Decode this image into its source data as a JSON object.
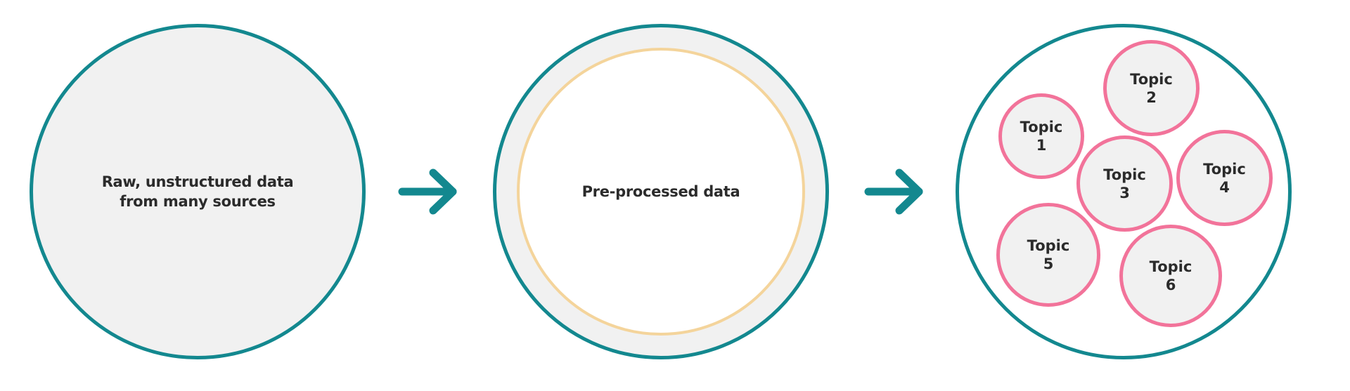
{
  "colors": {
    "teal": "#13888f",
    "pink": "#f2739a",
    "orange": "#f4d49b",
    "fill_gray": "#f1f1f1",
    "text": "#2b2b2b"
  },
  "stages": [
    {
      "label_line1": "Raw, unstructured data",
      "label_line2": "from many sources"
    },
    {
      "label": "Pre-processed data"
    },
    {
      "topics": [
        {
          "label": "Topic",
          "number": "1"
        },
        {
          "label": "Topic",
          "number": "2"
        },
        {
          "label": "Topic",
          "number": "3"
        },
        {
          "label": "Topic",
          "number": "4"
        },
        {
          "label": "Topic",
          "number": "5"
        },
        {
          "label": "Topic",
          "number": "6"
        }
      ]
    }
  ],
  "arrows": [
    {
      "icon": "arrow-right-icon"
    },
    {
      "icon": "arrow-right-icon"
    }
  ]
}
